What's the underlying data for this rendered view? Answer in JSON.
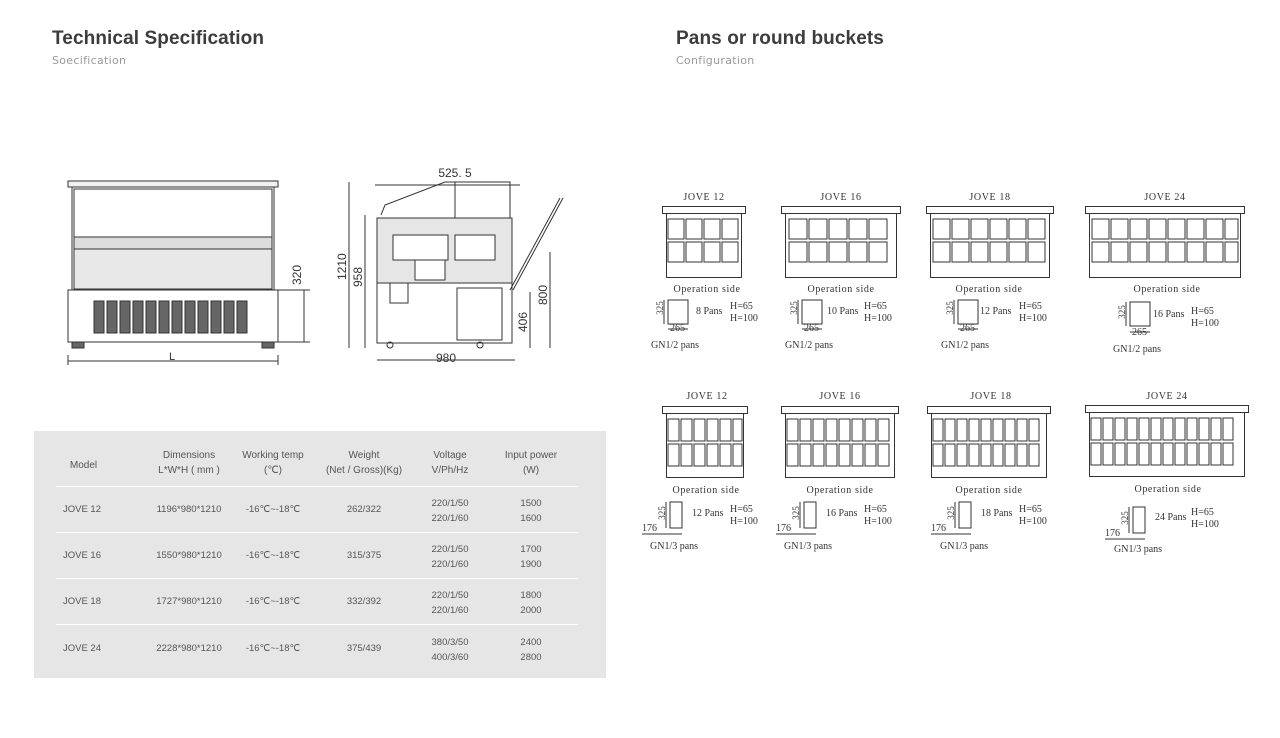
{
  "left": {
    "title": "Technical Specification",
    "subtitle": "Soecification"
  },
  "right": {
    "title": "Pans or round buckets",
    "subtitle": "Configuration"
  },
  "drawing": {
    "front_height_dim": "320",
    "front_length_dim": "L",
    "side_top_dim": "525. 5",
    "side_h1": "1210",
    "side_h2": "958",
    "side_h3": "406",
    "side_h4": "800",
    "side_width": "980"
  },
  "table": {
    "headers": [
      {
        "l1": "Model",
        "l2": ""
      },
      {
        "l1": "Dimensions",
        "l2": "L*W*H ( mm )"
      },
      {
        "l1": "Working temp",
        "l2": "(℃)"
      },
      {
        "l1": "Weight",
        "l2": "(Net / Gross)(Kg)"
      },
      {
        "l1": "Voltage",
        "l2": "V/Ph/Hz"
      },
      {
        "l1": "Input power",
        "l2": "(W)"
      }
    ],
    "rows": [
      {
        "model": "JOVE 12",
        "dim": "1196*980*1210",
        "temp": "-16℃~-18℃",
        "weight": "262/322",
        "v1": "220/1/50",
        "v2": "220/1/60",
        "p1": "1500",
        "p2": "1600"
      },
      {
        "model": "JOVE 16",
        "dim": "1550*980*1210",
        "temp": "-16℃~-18℃",
        "weight": "315/375",
        "v1": "220/1/50",
        "v2": "220/1/60",
        "p1": "1700",
        "p2": "1900"
      },
      {
        "model": "JOVE 18",
        "dim": "1727*980*1210",
        "temp": "-16℃~-18℃",
        "weight": "332/392",
        "v1": "220/1/50",
        "v2": "220/1/60",
        "p1": "1800",
        "p2": "2000"
      },
      {
        "model": "JOVE 24",
        "dim": "2228*980*1210",
        "temp": "-16℃~-18℃",
        "weight": "375/439",
        "v1": "380/3/50",
        "v2": "400/3/60",
        "p1": "2400",
        "p2": "2800"
      }
    ]
  },
  "configs": {
    "gn12": [
      {
        "name": "JOVE 12",
        "pans": "8 Pans",
        "h1": "H=65",
        "h2": "H=100",
        "d1": "325",
        "d2": "265",
        "caption": "GN1/2 pans",
        "side": "Operation side"
      },
      {
        "name": "JOVE 16",
        "pans": "10 Pans",
        "h1": "H=65",
        "h2": "H=100",
        "d1": "325",
        "d2": "265",
        "caption": "GN1/2 pans",
        "side": "Operation side"
      },
      {
        "name": "JOVE 18",
        "pans": "12 Pans",
        "h1": "H=65",
        "h2": "H=100",
        "d1": "325",
        "d2": "265",
        "caption": "GN1/2 pans",
        "side": "Operation side"
      },
      {
        "name": "JOVE 24",
        "pans": "16 Pans",
        "h1": "H=65",
        "h2": "H=100",
        "d1": "325",
        "d2": "265",
        "caption": "GN1/2 pans",
        "side": "Operation side"
      }
    ],
    "gn13": [
      {
        "name": "JOVE 12",
        "pans": "12 Pans",
        "h1": "H=65",
        "h2": "H=100",
        "d1": "325",
        "d2": "176",
        "caption": "GN1/3 pans",
        "side": "Operation side"
      },
      {
        "name": "JOVE 16",
        "pans": "16 Pans",
        "h1": "H=65",
        "h2": "H=100",
        "d1": "325",
        "d2": "176",
        "caption": "GN1/3 pans",
        "side": "Operation side"
      },
      {
        "name": "JOVE 18",
        "pans": "18 Pans",
        "h1": "H=65",
        "h2": "H=100",
        "d1": "325",
        "d2": "176",
        "caption": "GN1/3 pans",
        "side": "Operation side"
      },
      {
        "name": "JOVE 24",
        "pans": "24 Pans",
        "h1": "H=65",
        "h2": "H=100",
        "d1": "325",
        "d2": "176",
        "caption": "GN1/3 pans",
        "side": "Operation side"
      }
    ]
  }
}
